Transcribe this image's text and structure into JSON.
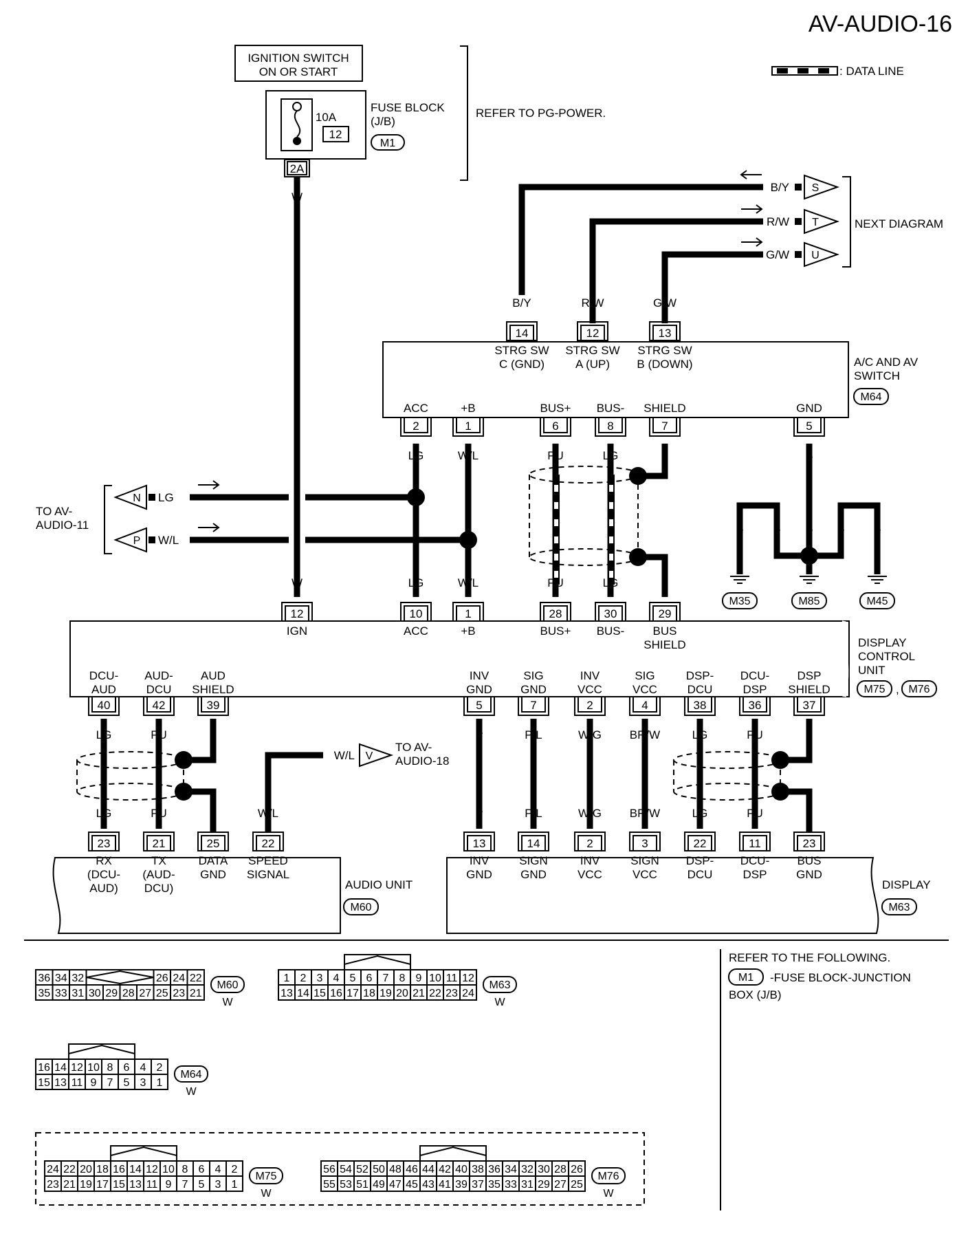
{
  "page_id": "AV-AUDIO-16",
  "legend": {
    "data_line": ": DATA LINE"
  },
  "ignition": {
    "line1": "IGNITION SWITCH",
    "line2": "ON OR START"
  },
  "fuse": {
    "amps": "10A",
    "num": "12",
    "name1": "FUSE BLOCK",
    "name2": "(J/B)",
    "conn": "M1",
    "term": "2A",
    "wire": "W"
  },
  "refer_power": "REFER TO PG-POWER.",
  "next_diagram": {
    "label": "NEXT DIAGRAM",
    "items": [
      {
        "color": "B/Y",
        "letter": "S"
      },
      {
        "color": "R/W",
        "letter": "T"
      },
      {
        "color": "G/W",
        "letter": "U"
      }
    ]
  },
  "ac_switch": {
    "name1": "A/C AND AV",
    "name2": "SWITCH",
    "conn": "M64",
    "top_pins": [
      {
        "num": "14",
        "color": "B/Y",
        "l1": "STRG SW",
        "l2": "C (GND)"
      },
      {
        "num": "12",
        "color": "R/W",
        "l1": "STRG SW",
        "l2": "A (UP)"
      },
      {
        "num": "13",
        "color": "G/W",
        "l1": "STRG SW",
        "l2": "B (DOWN)"
      }
    ],
    "bottom_pins": [
      {
        "num": "2",
        "name": "ACC",
        "color": "LG"
      },
      {
        "num": "1",
        "name": "+B",
        "color": "W/L"
      },
      {
        "num": "6",
        "name": "BUS+",
        "color": "PU"
      },
      {
        "num": "8",
        "name": "BUS-",
        "color": "LG"
      },
      {
        "num": "7",
        "name": "SHIELD",
        "color": ""
      },
      {
        "num": "5",
        "name": "GND",
        "color": "B"
      }
    ]
  },
  "to_av11": {
    "l1": "TO AV-",
    "l2": "AUDIO-11",
    "items": [
      {
        "letter": "N",
        "color": "LG"
      },
      {
        "letter": "P",
        "color": "W/L"
      }
    ]
  },
  "ground": {
    "colors": [
      "B",
      "B",
      "B",
      "B",
      "B"
    ],
    "conns": [
      "M35",
      "M85",
      "M45"
    ]
  },
  "dcu": {
    "name1": "DISPLAY",
    "name2": "CONTROL",
    "name3": "UNIT",
    "conn1": "M75",
    "sep": ",",
    "conn2": "M76",
    "top_pins": [
      {
        "num": "12",
        "color": "W",
        "l1": "IGN",
        "l2": ""
      },
      {
        "num": "10",
        "color": "LG",
        "l1": "ACC",
        "l2": ""
      },
      {
        "num": "1",
        "color": "W/L",
        "l1": "+B",
        "l2": ""
      },
      {
        "num": "28",
        "color": "PU",
        "l1": "BUS+",
        "l2": ""
      },
      {
        "num": "30",
        "color": "LG",
        "l1": "BUS-",
        "l2": ""
      },
      {
        "num": "29",
        "color": "",
        "l1": "BUS",
        "l2": "SHIELD"
      }
    ],
    "bottom_pins": [
      {
        "num": "40",
        "l1": "DCU-",
        "l2": "AUD",
        "color": "LG"
      },
      {
        "num": "42",
        "l1": "AUD-",
        "l2": "DCU",
        "color": "PU"
      },
      {
        "num": "39",
        "l1": "AUD",
        "l2": "SHIELD",
        "color": ""
      },
      {
        "num": "5",
        "l1": "INV",
        "l2": "GND",
        "color": "P"
      },
      {
        "num": "7",
        "l1": "SIG",
        "l2": "GND",
        "color": "P/L"
      },
      {
        "num": "2",
        "l1": "INV",
        "l2": "VCC",
        "color": "W/G"
      },
      {
        "num": "4",
        "l1": "SIG",
        "l2": "VCC",
        "color": "BR/W"
      },
      {
        "num": "38",
        "l1": "DSP-",
        "l2": "DCU",
        "color": "LG"
      },
      {
        "num": "36",
        "l1": "DCU-",
        "l2": "DSP",
        "color": "PU"
      },
      {
        "num": "37",
        "l1": "DSP",
        "l2": "SHIELD",
        "color": ""
      }
    ]
  },
  "to_av18": {
    "letter": "V",
    "color": "W/L",
    "l1": "TO AV-",
    "l2": "AUDIO-18"
  },
  "audio_unit": {
    "name": "AUDIO UNIT",
    "conn": "M60",
    "pins": [
      {
        "num": "23",
        "color": "LG",
        "l1": "RX",
        "l2": "(DCU-",
        "l3": "AUD)"
      },
      {
        "num": "21",
        "color": "PU",
        "l1": "TX",
        "l2": "(AUD-",
        "l3": "DCU)"
      },
      {
        "num": "25",
        "color": "",
        "l1": "DATA",
        "l2": "GND",
        "l3": ""
      },
      {
        "num": "22",
        "color": "W/L",
        "l1": "SPEED",
        "l2": "SIGNAL",
        "l3": ""
      }
    ]
  },
  "display": {
    "name": "DISPLAY",
    "conn": "M63",
    "pins": [
      {
        "num": "13",
        "color": "P",
        "l1": "INV",
        "l2": "GND"
      },
      {
        "num": "14",
        "color": "P/L",
        "l1": "SIGN",
        "l2": "GND"
      },
      {
        "num": "2",
        "color": "W/G",
        "l1": "INV",
        "l2": "VCC"
      },
      {
        "num": "3",
        "color": "BR/W",
        "l1": "SIGN",
        "l2": "VCC"
      },
      {
        "num": "22",
        "color": "LG",
        "l1": "DSP-",
        "l2": "DCU"
      },
      {
        "num": "11",
        "color": "PU",
        "l1": "DCU-",
        "l2": "DSP"
      },
      {
        "num": "23",
        "color": "",
        "l1": "BUS",
        "l2": "GND"
      }
    ]
  },
  "refer_following": {
    "title": "REFER TO THE FOLLOWING.",
    "conn": "M1",
    "desc1": "-FUSE BLOCK-JUNCTION",
    "desc2": "BOX (J/B)"
  },
  "connectors": [
    {
      "id": "M60",
      "color": "W",
      "row1": [
        "36",
        "34",
        "32",
        "",
        "",
        "",
        "",
        "26",
        "24",
        "22"
      ],
      "row2": [
        "35",
        "33",
        "31",
        "30",
        "29",
        "28",
        "27",
        "25",
        "23",
        "21"
      ]
    },
    {
      "id": "M63",
      "color": "W",
      "row1": [
        "1",
        "2",
        "3",
        "4",
        "5",
        "6",
        "7",
        "8",
        "9",
        "10",
        "11",
        "12"
      ],
      "row2": [
        "13",
        "14",
        "15",
        "16",
        "17",
        "18",
        "19",
        "20",
        "21",
        "22",
        "23",
        "24"
      ]
    },
    {
      "id": "M64",
      "color": "W",
      "row1": [
        "16",
        "14",
        "12",
        "10",
        "8",
        "6",
        "4",
        "2"
      ],
      "row2": [
        "15",
        "13",
        "11",
        "9",
        "7",
        "5",
        "3",
        "1"
      ]
    },
    {
      "id": "M75",
      "color": "W",
      "row1": [
        "24",
        "22",
        "20",
        "18",
        "16",
        "14",
        "12",
        "10",
        "8",
        "6",
        "4",
        "2"
      ],
      "row2": [
        "23",
        "21",
        "19",
        "17",
        "15",
        "13",
        "11",
        "9",
        "7",
        "5",
        "3",
        "1"
      ]
    },
    {
      "id": "M76",
      "color": "W",
      "row1": [
        "56",
        "54",
        "52",
        "50",
        "48",
        "46",
        "44",
        "42",
        "40",
        "38",
        "36",
        "34",
        "32",
        "30",
        "28",
        "26"
      ],
      "row2": [
        "55",
        "53",
        "51",
        "49",
        "47",
        "45",
        "43",
        "41",
        "39",
        "37",
        "35",
        "33",
        "31",
        "29",
        "27",
        "25"
      ]
    }
  ]
}
